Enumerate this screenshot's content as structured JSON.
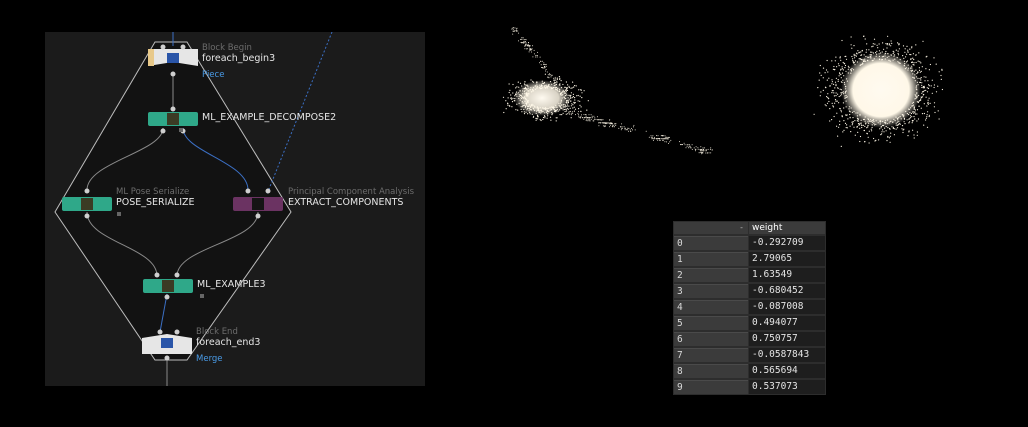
{
  "network": {
    "nodes": {
      "begin": {
        "type": "Block Begin",
        "name": "foreach_begin3",
        "sub": "Piece"
      },
      "decompose": {
        "name": "ML_EXAMPLE_DECOMPOSE2"
      },
      "pose": {
        "type": "ML Pose Serialize",
        "name": "POSE_SERIALIZE"
      },
      "pca": {
        "type": "Principal Component Analysis",
        "name": "EXTRACT_COMPONENTS"
      },
      "example": {
        "name": "ML_EXAMPLE3"
      },
      "end": {
        "type": "Block End",
        "name": "foreach_end3",
        "sub": "Merge"
      }
    },
    "colors": {
      "ml_node": "#2fa889",
      "pca_node": "#6b3362",
      "block_node": "#e6e6e6",
      "wire": "#8a8a8a",
      "wire_highlight": "#3b6fc4"
    }
  },
  "spreadsheet": {
    "index_header": "-",
    "column_header": "weight",
    "rows": [
      {
        "index": "0",
        "value": "-0.292709"
      },
      {
        "index": "1",
        "value": "2.79065"
      },
      {
        "index": "2",
        "value": "1.63549"
      },
      {
        "index": "3",
        "value": "-0.680452"
      },
      {
        "index": "4",
        "value": "-0.087008"
      },
      {
        "index": "5",
        "value": "0.494077"
      },
      {
        "index": "6",
        "value": "0.750757"
      },
      {
        "index": "7",
        "value": "-0.0587843"
      },
      {
        "index": "8",
        "value": "0.565694"
      },
      {
        "index": "9",
        "value": "0.537073"
      }
    ]
  },
  "viewer": {
    "point_color": "#fff8e8"
  }
}
